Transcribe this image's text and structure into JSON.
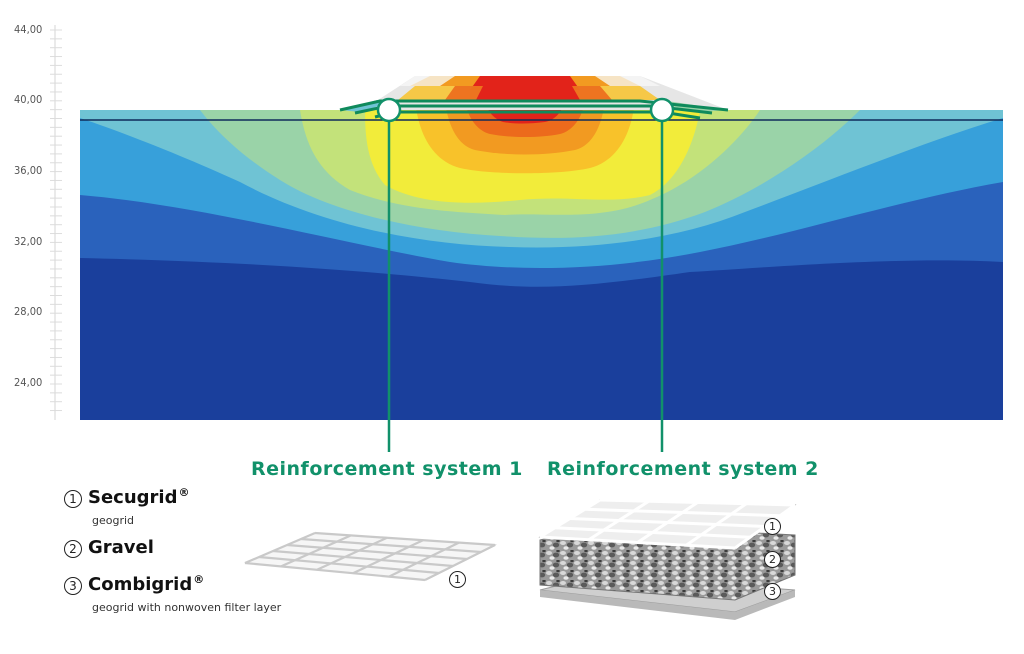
{
  "y_axis": {
    "ticks": [
      "44,00",
      "40,00",
      "36,00",
      "32,00",
      "28,00",
      "24,00"
    ]
  },
  "systems": [
    {
      "label": "Reinforcement system 1"
    },
    {
      "label": "Reinforcement system 2"
    }
  ],
  "legend": [
    {
      "num": "1",
      "name": "Secugrid",
      "mark": "®",
      "desc": "geogrid"
    },
    {
      "num": "2",
      "name": "Gravel",
      "mark": "",
      "desc": ""
    },
    {
      "num": "3",
      "name": "Combigrid",
      "mark": "®",
      "desc": "geogrid with nonwoven filter layer"
    }
  ],
  "callouts": {
    "system1": [
      "1"
    ],
    "system2": [
      "1",
      "2",
      "3"
    ]
  },
  "colors": {
    "accent_green": "#11916a",
    "contour_deep": "#1a3f9c",
    "contour_hot": "#e2231a"
  }
}
